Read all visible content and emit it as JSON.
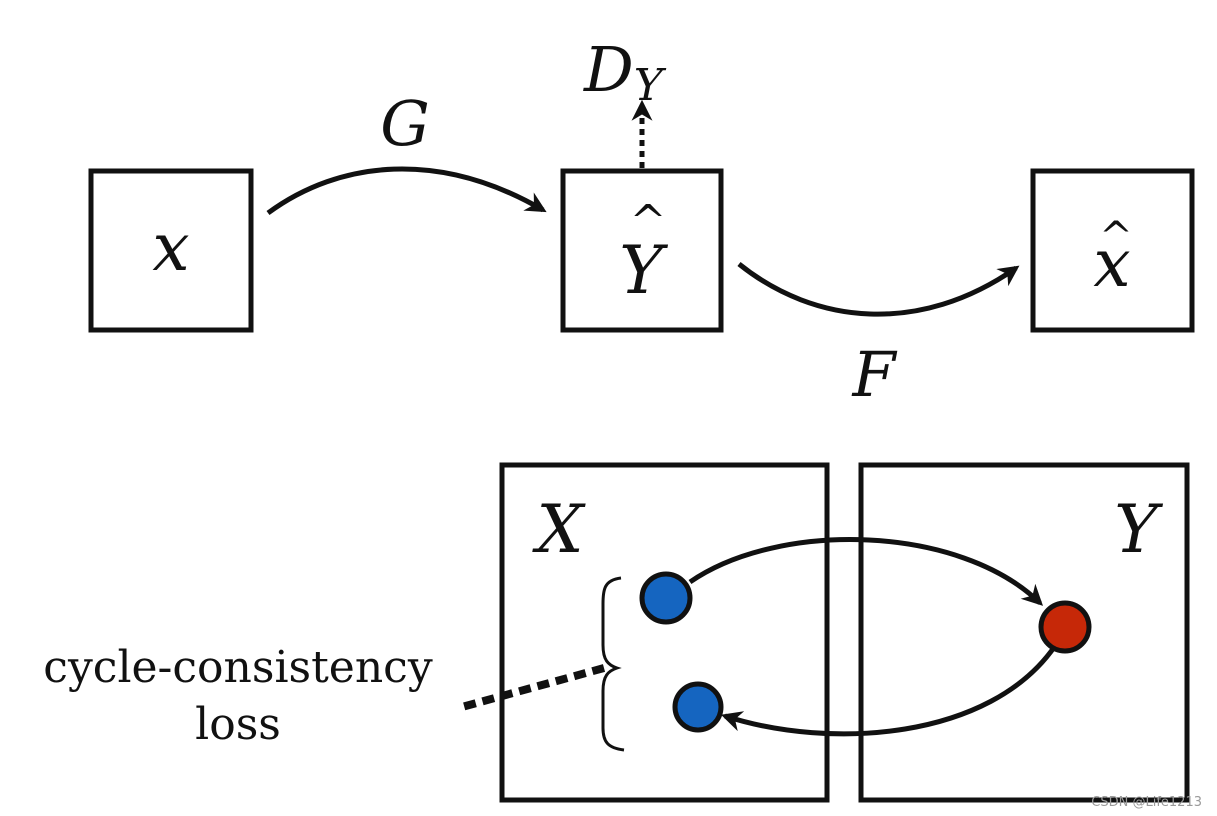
{
  "top": {
    "node_x": "x",
    "node_yhat": "Y",
    "node_xhat": "x",
    "label_g": "G",
    "label_f": "F",
    "label_d": "D",
    "label_d_sub": "Y"
  },
  "bottom": {
    "domain_x": "X",
    "domain_y": "Y",
    "loss_line1": "cycle-consistency",
    "loss_line2": "loss"
  },
  "watermark": "CSDN @Life1213",
  "colors": {
    "stroke": "#111111",
    "point_x": "#1565c0",
    "point_y": "#c62808"
  }
}
